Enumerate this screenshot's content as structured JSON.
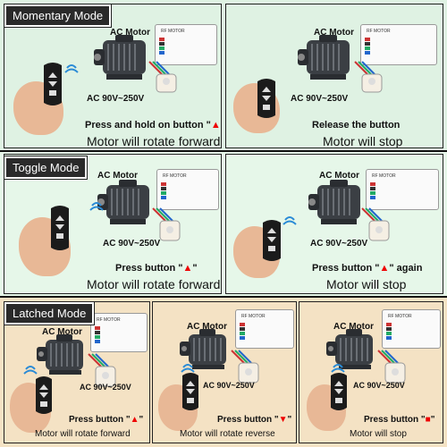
{
  "modes": {
    "momentary": {
      "label": "Momentary Mode",
      "left": {
        "motor_label": "AC Motor",
        "voltage": "AC 90V~250V",
        "instruction_pre": "Press and hold on button \"",
        "instruction_symbol": "▲",
        "instruction_post": "\"",
        "result": "Motor will rotate forward"
      },
      "right": {
        "motor_label": "AC Motor",
        "voltage": "AC 90V~250V",
        "instruction": "Release the button",
        "result": "Motor will stop"
      }
    },
    "toggle": {
      "label": "Toggle Mode",
      "left": {
        "motor_label": "AC Motor",
        "voltage": "AC 90V~250V",
        "instruction_pre": "Press button \"",
        "instruction_symbol": "▲",
        "instruction_post": "\"",
        "result": "Motor will rotate forward"
      },
      "right": {
        "motor_label": "AC Motor",
        "voltage": "AC 90V~250V",
        "instruction_pre": "Press button \"",
        "instruction_symbol": "▲",
        "instruction_post": "\" again",
        "result": "Motor will stop"
      }
    },
    "latched": {
      "label": "Latched Mode",
      "p1": {
        "motor_label": "AC Motor",
        "voltage": "AC 90V~250V",
        "instruction_pre": "Press button \"",
        "instruction_symbol": "▲",
        "instruction_post": "\"",
        "result": "Motor will rotate forward"
      },
      "p2": {
        "motor_label": "AC Motor",
        "voltage": "AC 90V~250V",
        "instruction_pre": "Press button \"",
        "instruction_symbol": "▼",
        "instruction_post": "\"",
        "result": "Motor will rotate reverse"
      },
      "p3": {
        "motor_label": "AC Motor",
        "voltage": "AC 90V~250V",
        "instruction_pre": "Press button \"",
        "instruction_symbol": "■",
        "instruction_post": "\"",
        "result": "Motor will stop"
      }
    }
  },
  "colors": {
    "momentary_bg": "#dff2e3",
    "toggle_bg": "#e6f7e9",
    "latched_bg": "#f4e2c4",
    "accent_red": "#e00000"
  },
  "controller": {
    "brand_text": "RF MOTOR"
  }
}
